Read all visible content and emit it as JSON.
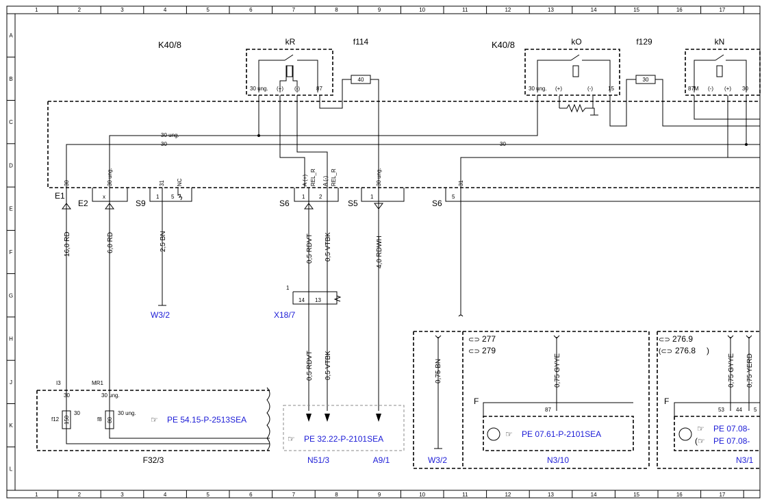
{
  "grid": {
    "cols": [
      "1",
      "2",
      "3",
      "4",
      "5",
      "6",
      "7",
      "8",
      "9",
      "10",
      "11",
      "12",
      "13",
      "14",
      "15",
      "16",
      "17",
      "1"
    ],
    "rows": [
      "A",
      "B",
      "C",
      "D",
      "E",
      "F",
      "G",
      "H",
      "J",
      "K",
      "L"
    ]
  },
  "relays": {
    "k408_left": "K40/8",
    "k408_right": "K40/8",
    "kR": "kR",
    "kO": "kO",
    "kN": "kN",
    "f114": "f114",
    "f129": "f129",
    "fuse_40": "40",
    "fuse_30": "30",
    "kR_pins": [
      "30 ung.",
      "(+)",
      "(-)",
      "87"
    ],
    "kO_pins": [
      "30 ung.",
      "(+)",
      "(-)",
      "15"
    ],
    "kN_pins": [
      "87M",
      "(-)",
      "(+)",
      "30"
    ]
  },
  "bus": {
    "wire_30ung": "30 ung.",
    "wire_30a": "30",
    "wire_30b": "30"
  },
  "connectors": {
    "E1": "E1",
    "E2": "E2",
    "S9": "S9",
    "S6a": "S6",
    "S5": "S5",
    "S6b": "S6",
    "pin_30": "30",
    "pin_30ung": "30 ung.",
    "pin_31": "31",
    "pin_NC": "NC",
    "pin_Aplus": "A (+)",
    "pin_RELR1": "REL_R",
    "pin_Aminus": "A (-)",
    "pin_RELR2": "REL_R",
    "pin_30ung_s5": "30 ung.",
    "pin_31b": "31",
    "x": "x",
    "n1": "1",
    "n5": "5",
    "n1b": "1",
    "n2": "2",
    "n1c": "1",
    "n5b": "5"
  },
  "wires": {
    "w1": "16,0 RD",
    "w2": "6,0 RD",
    "w3": "2,5 BN",
    "w4": "0,5 RDVT",
    "w5": "0,5 VTBK",
    "w6": "4,0 RDWH",
    "w7": "0,5 RDVT",
    "w8": "0,5 VTBK",
    "w9": "0,75 BN",
    "w10": "0,75 GYYE",
    "w11": "0,75 GYYE",
    "w12": "0,75 YERD"
  },
  "targets": {
    "W32a": "W3/2",
    "X187": "X18/7",
    "W32b": "W3/2",
    "x18_1": "1",
    "x18_14": "14",
    "x18_13": "13"
  },
  "fusebox": {
    "I3": "I3",
    "MR1": "MR1",
    "p30": "30",
    "p30ung": "30 ung.",
    "f12": "f12",
    "f12v": "150",
    "f12p": "30",
    "f8": "f8",
    "f8v": "80",
    "f8p": "30 ung.",
    "ref": "PE 54.15-P-2513SEA",
    "name": "F32/3"
  },
  "modules": {
    "n51_ref": "PE 32.22-P-2101SEA",
    "n51_name": "N51/3",
    "a91_name": "A9/1",
    "n310_c1": "277",
    "n310_c2": "279",
    "n310_F": "F",
    "n310_pin": "87",
    "n310_ref": "PE 07.61-P-2101SEA",
    "n310_name": "N3/10",
    "n31_c1": "276.9",
    "n31_c2": "276.8",
    "n31_F": "F",
    "n31_p53": "53",
    "n31_p44": "44",
    "n31_p5": "5",
    "n31_ref1": "PE 07.08-",
    "n31_ref2": "PE 07.08-",
    "n31_name": "N3/1"
  }
}
